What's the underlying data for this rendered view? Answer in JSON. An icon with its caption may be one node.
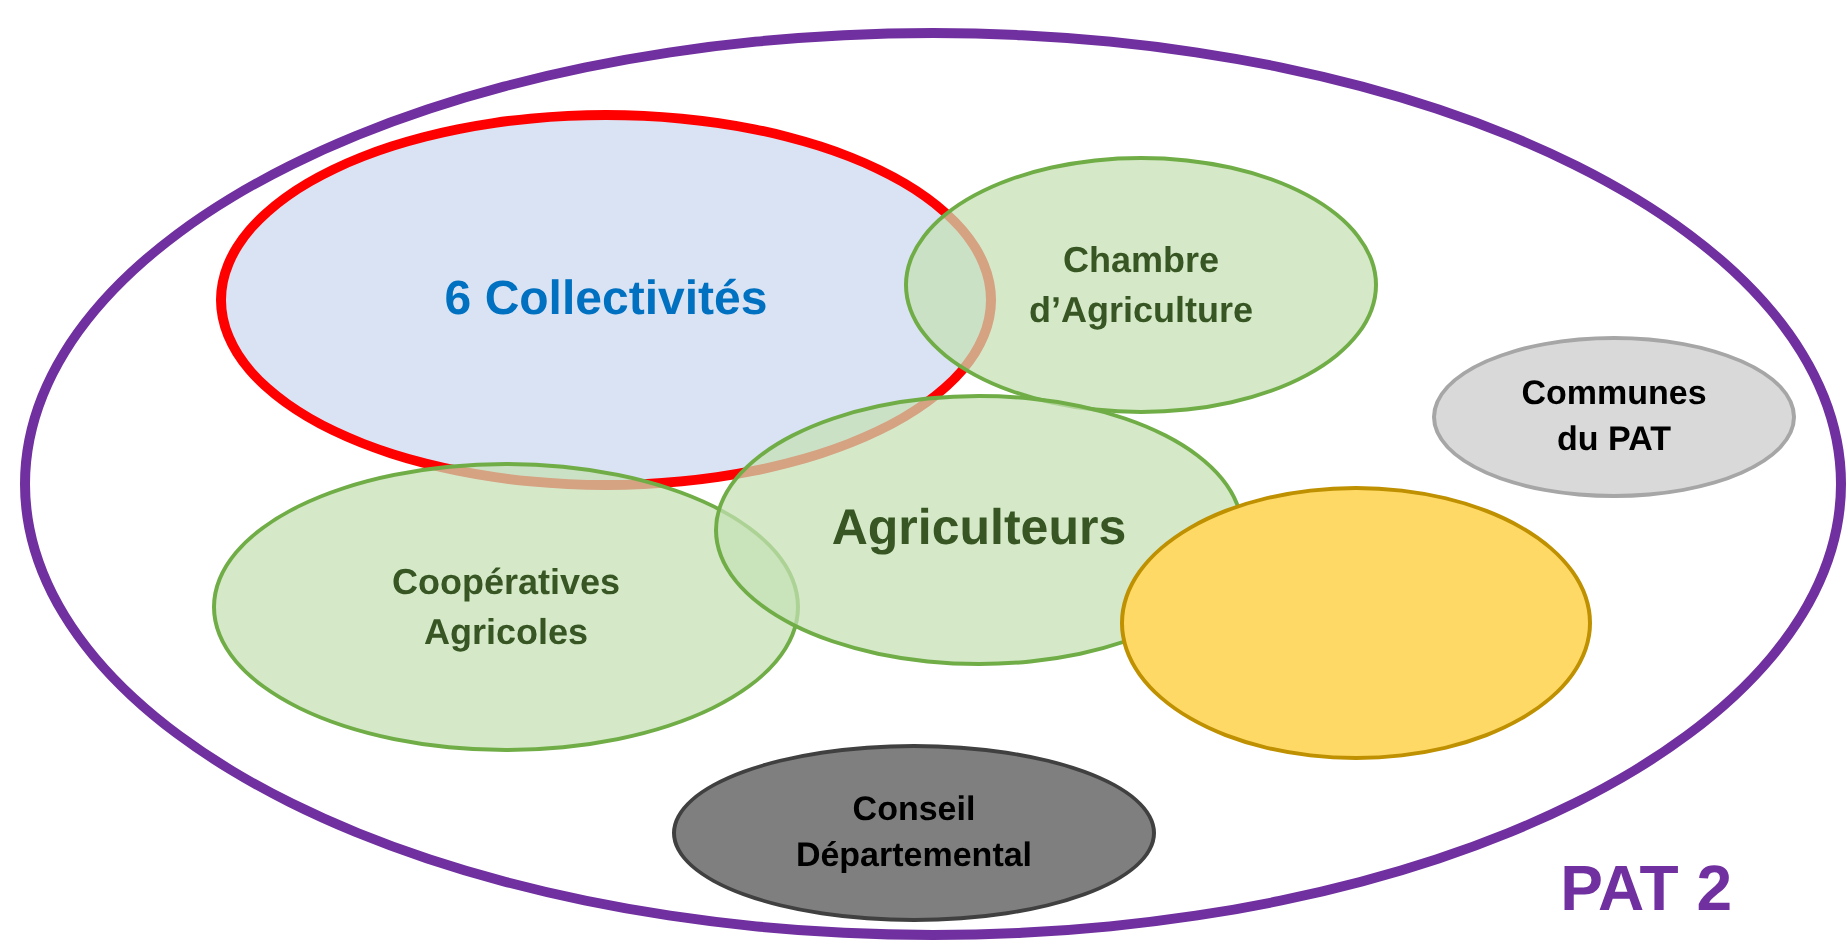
{
  "diagram": {
    "nodes": [
      {
        "text": [
          "PAT 2"
        ]
      },
      {
        "text": [
          "6 Collectivités"
        ],
        "in": 0
      },
      {
        "text": [
          "Chambre d’Agriculture"
        ],
        "in": 0
      },
      {
        "text": [
          "Communes du PAT"
        ],
        "in": 0
      },
      {
        "text": [
          "Coopératives Agricoles"
        ],
        "in": 0
      },
      {
        "text": [
          "Agriculteurs"
        ],
        "in": 0
      },
      {
        "text": [],
        "shape": "ellipse",
        "in": 0
      },
      {
        "text": [
          "Conseil Départemental"
        ],
        "in": 0
      }
    ]
  }
}
